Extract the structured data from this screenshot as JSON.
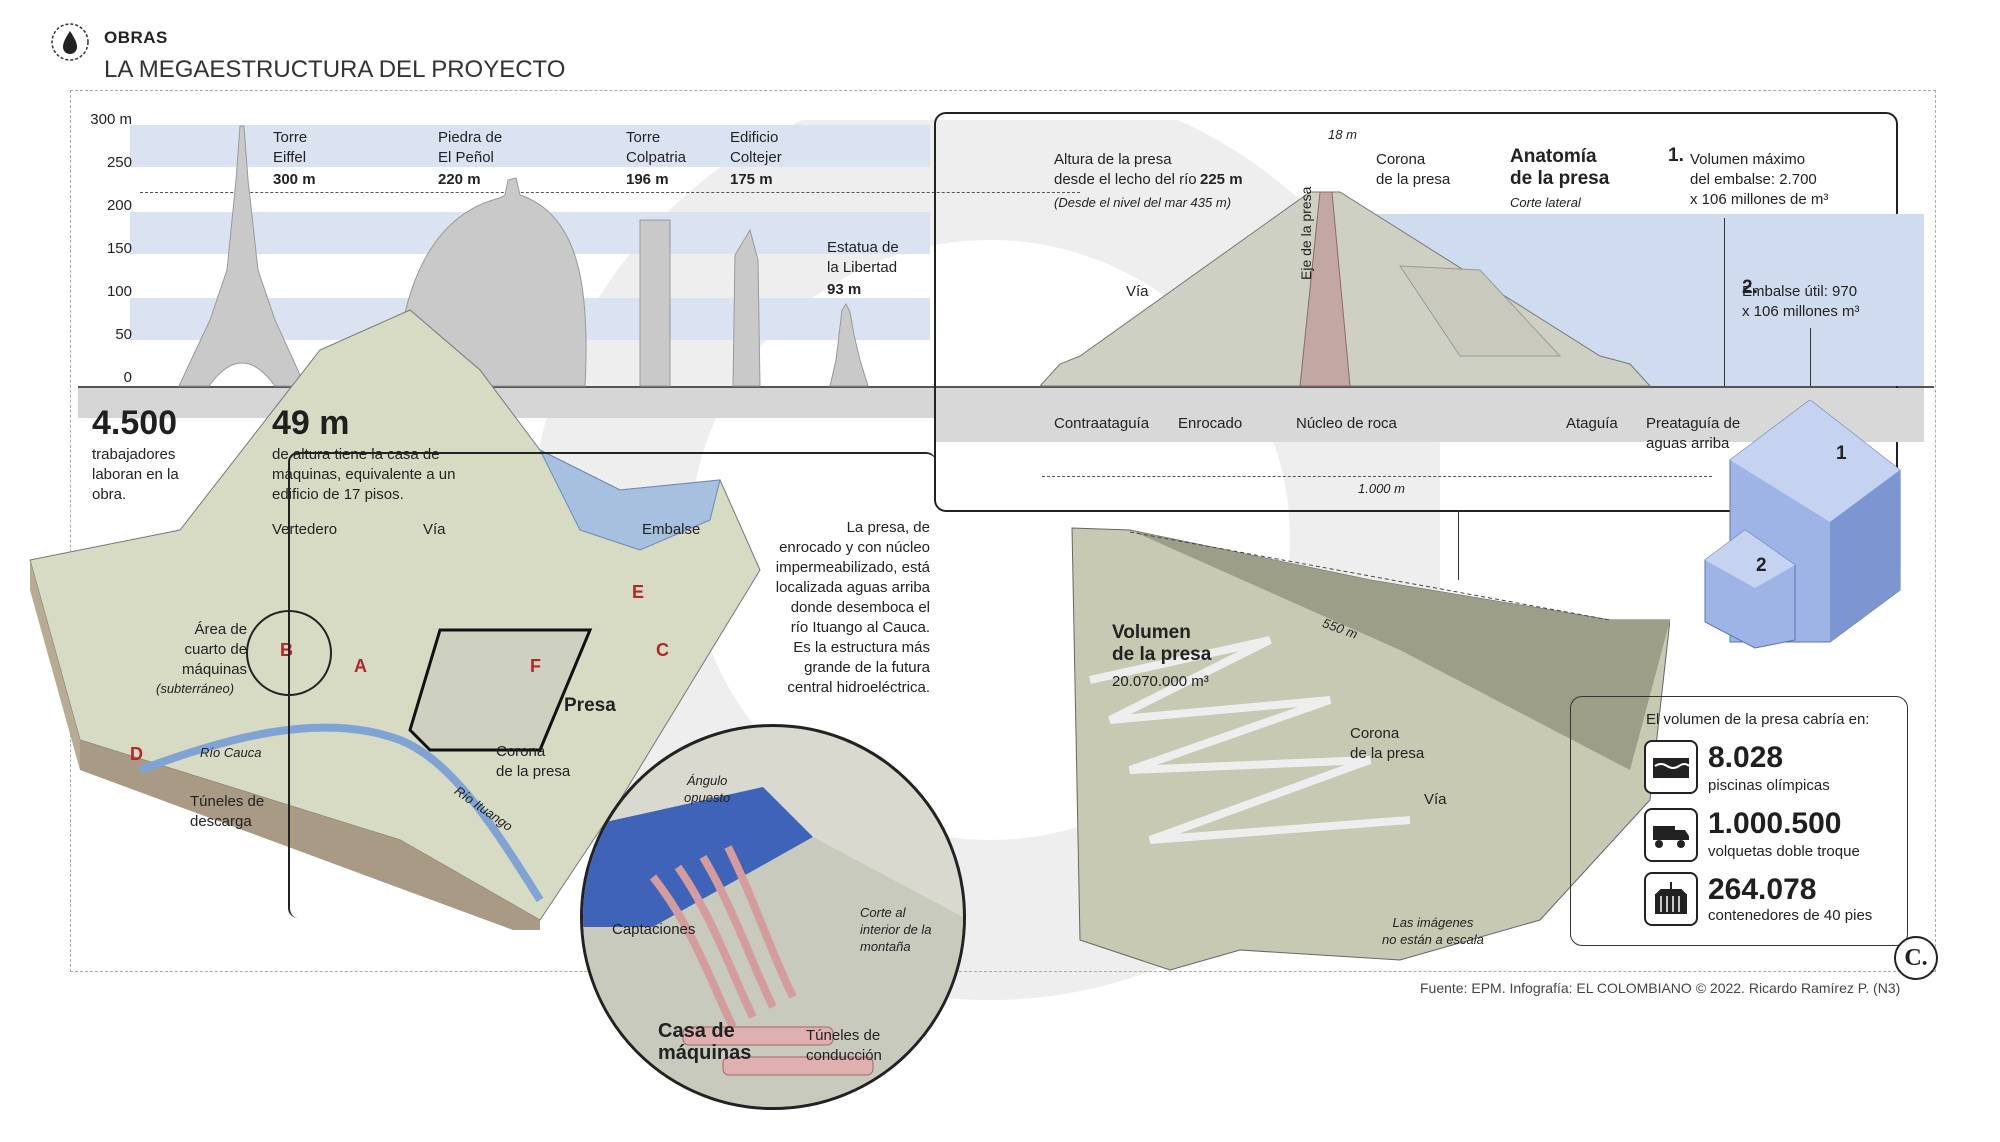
{
  "header": {
    "section": "OBRAS",
    "title": "LA MEGAESTRUCTURA DEL PROYECTO"
  },
  "scale": {
    "ticks": [
      "300 m",
      "250",
      "200",
      "150",
      "100",
      "50",
      "0"
    ]
  },
  "landmarks": [
    {
      "name": "Torre\nEiffel",
      "height": "300 m"
    },
    {
      "name": "Piedra de\nEl Peñol",
      "height": "220 m"
    },
    {
      "name": "Torre\nColpatria",
      "height": "196 m"
    },
    {
      "name": "Edificio\nColtejer",
      "height": "175 m"
    },
    {
      "name": "Estatua de\nla Libertad",
      "height": "93 m"
    }
  ],
  "stats": {
    "workers_value": "4.500",
    "workers_text": "trabajadores\nlaboran en la\nobra.",
    "machine_value": "49 m",
    "machine_text": "de altura tiene la casa de\nmáquinas, equivalente a un\nedificio de 17 pisos."
  },
  "map_labels": {
    "vertedero": "Vertedero",
    "via": "Vía",
    "embalse": "Embalse",
    "area": "Área de\ncuarto de\nmáquinas",
    "subterraneo": "(subterráneo)",
    "rio_cauca": "Río Cauca",
    "tuneles_descarga": "Túneles de\ndescarga",
    "presa": "Presa",
    "corona": "Corona\nde la presa",
    "rio_ituango": "Río Ituango",
    "letters": [
      "A",
      "B",
      "C",
      "D",
      "E",
      "F"
    ]
  },
  "description": "La presa, de\nenrocado y con núcleo\nimpermeabilizado, está\nlocalizada aguas arriba\ndonde desemboca el\nrío Ituango al Cauca.\nEs la estructura más\ngrande de la futura\ncentral hidroeléctrica.",
  "machine_house": {
    "angulo": "Ángulo\nopuesto",
    "captaciones": "Captaciones",
    "corte": "Corte al\ninterior de la\nmontaña",
    "title": "Casa de\nmáquinas",
    "tuneles": "Túneles de\nconducción"
  },
  "anatomy": {
    "title": "Anatomía\nde la presa",
    "subtitle": "Corte lateral",
    "altura_label": "Altura de la presa\ndesde el lecho del río",
    "altura_value": "225 m",
    "altura_note": "(Desde el nivel del mar 435 m)",
    "crest_width": "18 m",
    "corona": "Corona\nde la presa",
    "eje": "Eje de la presa",
    "via": "Vía",
    "vol1_num": "1.",
    "vol1_text": "Volumen máximo\ndel embalse: 2.700\nx 106 millones de m³",
    "vol2_num": "2.",
    "vol2_text": "Embalse útil: 970\nx 106 millones m³",
    "parts": [
      "Contraataguía",
      "Enrocado",
      "Núcleo de roca",
      "Ataguía",
      "Preataguía de\naguas arriba"
    ],
    "length": "1.000 m"
  },
  "cubes": [
    "1",
    "2"
  ],
  "dam_volume": {
    "title": "Volumen\nde la presa",
    "value": "20.070.000 m³",
    "length": "550 m",
    "corona": "Corona\nde la presa",
    "via": "Vía",
    "note": "Las imágenes\nno están a escala"
  },
  "comparisons": {
    "heading": "El volumen de la presa cabría en:",
    "items": [
      {
        "value": "8.028",
        "label": "piscinas olímpicas",
        "icon": "pool-icon"
      },
      {
        "value": "1.000.500",
        "label": "volquetas doble troque",
        "icon": "dump-truck-icon"
      },
      {
        "value": "264.078",
        "label": "contenedores de 40 pies",
        "icon": "container-icon"
      }
    ]
  },
  "footer": {
    "source": "Fuente: EPM. Infografía: EL COLOMBIANO © 2022. Ricardo Ramírez P. (N3)",
    "logo": "C."
  },
  "colors": {
    "band": "#dbe3f2",
    "water": "#a8c0e0",
    "terrain": "#d8dbc4",
    "letter_red": "#b3262c",
    "cube_blue": "#9fb4e6"
  }
}
